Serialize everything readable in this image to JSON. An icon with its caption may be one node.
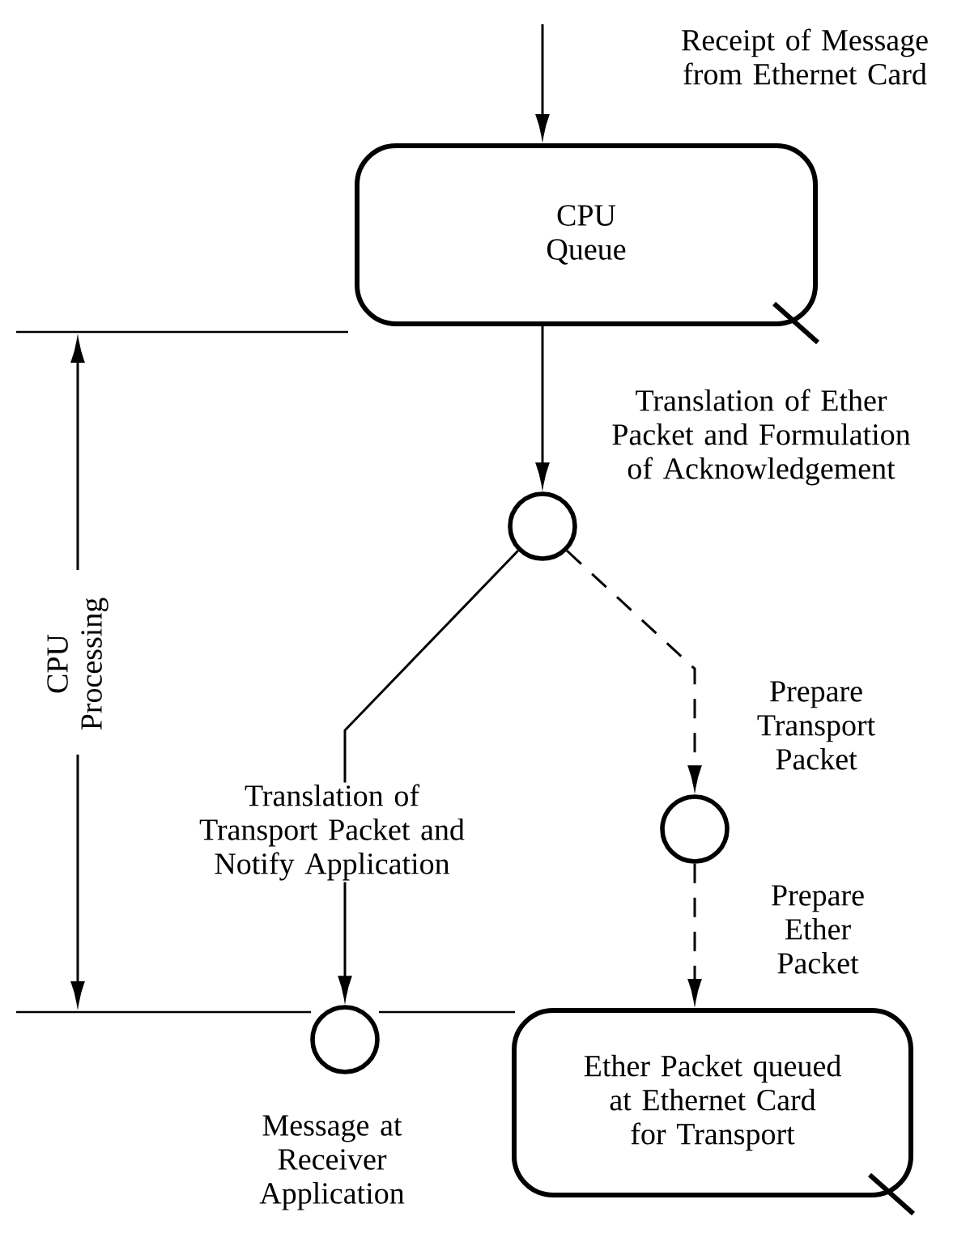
{
  "diagram": {
    "nodes": [
      {
        "text": [
          "CPU Queue"
        ]
      },
      {
        "text": [],
        "shape": "circle"
      },
      {
        "text": [],
        "shape": "circle"
      },
      {
        "text": [],
        "shape": "circle",
        "beside": [
          "Message at Receiver Application"
        ]
      },
      {
        "text": [
          "Ether Packet queued at Ethernet Card for Transport"
        ]
      }
    ],
    "edges": [
      {
        "from": null,
        "to": 0,
        "arrow": "to",
        "label": "Receipt of Message from Ethernet Card"
      },
      {
        "from": 0,
        "to": 1,
        "arrow": "to",
        "label": "Translation of Ether Packet and Formulation of Acknowledgement"
      },
      {
        "from": 1,
        "to": 3,
        "arrow": "to",
        "label": "Translation of Transport Packet and Notify Application"
      },
      {
        "from": 1,
        "to": 2,
        "arrow": "to",
        "style": "dashed",
        "label": "Prepare Transport Packet"
      },
      {
        "from": 2,
        "to": 4,
        "arrow": "to",
        "style": "dashed",
        "label": "Prepare Ether Packet"
      }
    ],
    "labels": [
      "CPU Processing"
    ]
  }
}
